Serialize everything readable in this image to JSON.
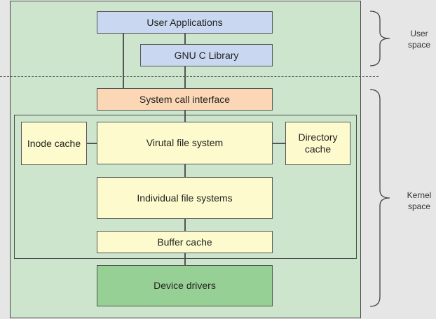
{
  "boxes": {
    "user_applications": "User Applications",
    "gnu_c_library": "GNU C Library",
    "system_call_interface": "System call interface",
    "inode_cache": "Inode cache",
    "virtual_file_system": "Virutal file system",
    "directory_cache": "Directory cache",
    "individual_file_systems": "Individual file systems",
    "buffer_cache": "Buffer cache",
    "device_drivers": "Device drivers"
  },
  "regions": {
    "user_space": "User space",
    "kernel_space": "Kernel space"
  },
  "colors": {
    "panel": "#cce5cc",
    "user_box": "#c9d8f0",
    "syscall_box": "#fbd7b5",
    "fs_box": "#fdfbcd",
    "driver_box": "#97d095"
  }
}
